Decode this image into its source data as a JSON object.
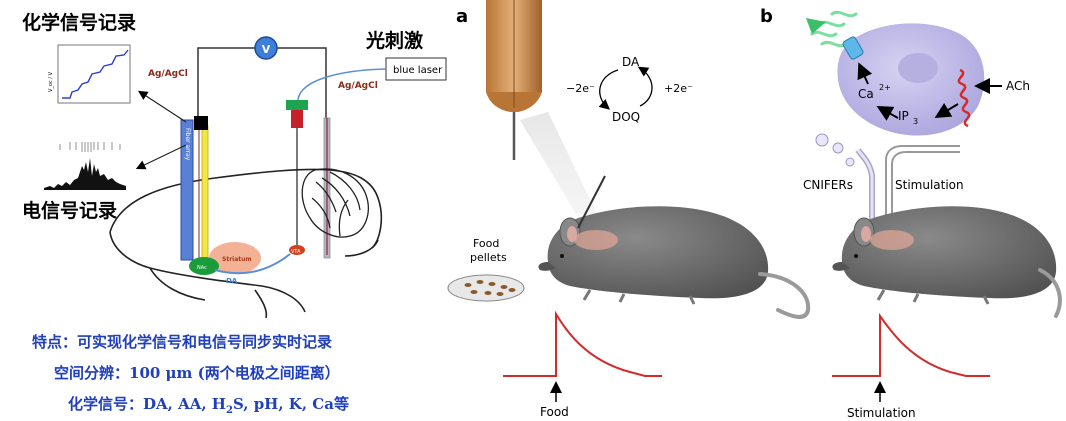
{
  "left_panel": {
    "title_chem": "化学信号记录",
    "title_elec": "电信号记录",
    "title_light": "光刺激",
    "laser_label": "blue laser",
    "electrode_left": "Ag/AgCl",
    "electrode_right": "Ag/AgCl",
    "meter_symbol": "V",
    "chem_plot_ylabel": "V_oc / V",
    "fiber_label": "Fiber array",
    "region_striatum": "Striatum",
    "region_nac": "NAc",
    "region_da": "DA",
    "region_vta": "VTA",
    "feature_line1": "特点：可实现化学信号和电信号同步实时记录",
    "feature_line2": "空间分辨：100 μm (两个电极之间距离）",
    "feature_line3_prefix": "化学信号：DA, AA, H",
    "feature_line3_sub": "2",
    "feature_line3_suffix": "S, pH, K, Ca等"
  },
  "panel_a": {
    "label": "a",
    "redox_top": "DA",
    "redox_bottom": "DOQ",
    "redox_left": "−2e⁻",
    "redox_right": "+2e⁻",
    "food_label_line1": "Food",
    "food_label_line2": "pellets",
    "trace_label": "Food"
  },
  "panel_b": {
    "label": "b",
    "ca_label": "Ca",
    "ca_sup": "2+",
    "ip3_label": "IP",
    "ip3_sub": "3",
    "ach_label": "ACh",
    "cnifers_label": "CNIFERs",
    "stim_label": "Stimulation",
    "trace_label": "Stimulation"
  },
  "colors": {
    "blue_text": "#1f3fbf",
    "trace_red": "#d42a2a",
    "cell_purple": "#bdb8e6",
    "mouse_gray": "#6b6b6b",
    "laser_green": "#5cd68a"
  }
}
